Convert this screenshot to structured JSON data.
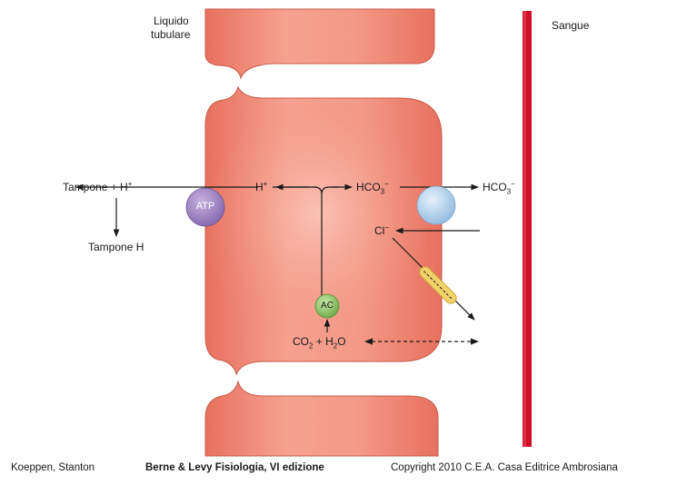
{
  "labels": {
    "lumen_line1": "Liquido",
    "lumen_line2": "tubulare",
    "blood": "Sangue",
    "buffer_left": "Tampone + H",
    "buffer_left_sup": "+",
    "buffer_h": "Tampone H",
    "h_ion": "H",
    "h_ion_sup": "+",
    "hco3_inside": "HCO",
    "hco3_inside_sub": "3",
    "hco3_inside_sup": "−",
    "hco3_out": "HCO",
    "hco3_out_sub": "3",
    "hco3_out_sup": "−",
    "cl_ion": "Cl",
    "cl_ion_sup": "−",
    "co2": "CO",
    "co2_sub": "2",
    "plus_h2o": " + H",
    "h2o_sub": "2",
    "h2o_o": "O"
  },
  "badges": {
    "atp": "ATP",
    "ac": "AC"
  },
  "footer": {
    "authors": "Koeppen, Stanton",
    "book": "Berne & Levy Fisiologia, VI edizione",
    "copyright": "Copyright 2010 C.E.A. Casa Editrice Ambrosiana"
  },
  "colors": {
    "cell_fill": "#f08a78",
    "cell_edge": "#c85a48",
    "blood_vessel": "#d0102a",
    "atp_pump": "#9d7fc0",
    "exchanger": "#a9cce9",
    "ac_enzyme": "#92c86b",
    "channel": "#f2d36a"
  }
}
